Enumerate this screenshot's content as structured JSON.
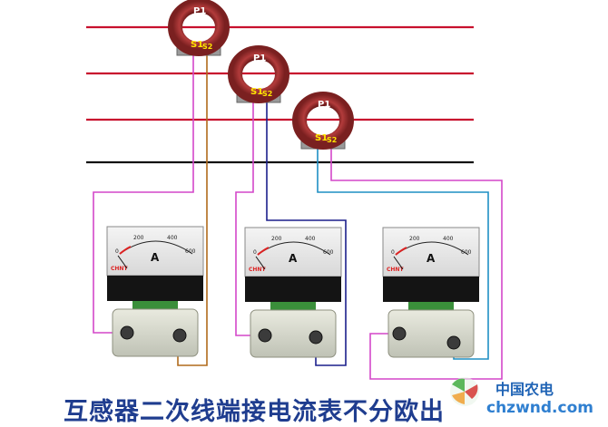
{
  "caption": "互感器二次线端接电流表不分欧出",
  "transformers": [
    {
      "p1": "P1",
      "s1": "S1",
      "s2": "S2"
    },
    {
      "p1": "P1",
      "s1": "S1",
      "s2": "S2"
    },
    {
      "p1": "P1",
      "s1": "S1",
      "s2": "S2"
    }
  ],
  "ammeters": [
    {
      "unit": "A",
      "scale": [
        "0",
        "200",
        "400",
        "600"
      ],
      "brand": "CHNT"
    },
    {
      "unit": "A",
      "scale": [
        "0",
        "200",
        "400",
        "600"
      ],
      "brand": "CHNT"
    },
    {
      "unit": "A",
      "scale": [
        "0",
        "200",
        "400",
        "600"
      ],
      "brand": "CHNT"
    }
  ],
  "watermark": {
    "title": "中国农电",
    "url": "chzwnd.com"
  },
  "colors": {
    "phase_line": "#c8102e",
    "neutral_line": "#111111",
    "ct_ring": "#8e2a2a",
    "wire_pink": "#d447c9",
    "wire_brown": "#b06a1c",
    "wire_navy": "#1c1f8c",
    "wire_teal": "#1f8fc4",
    "caption": "#1f3d8f"
  }
}
